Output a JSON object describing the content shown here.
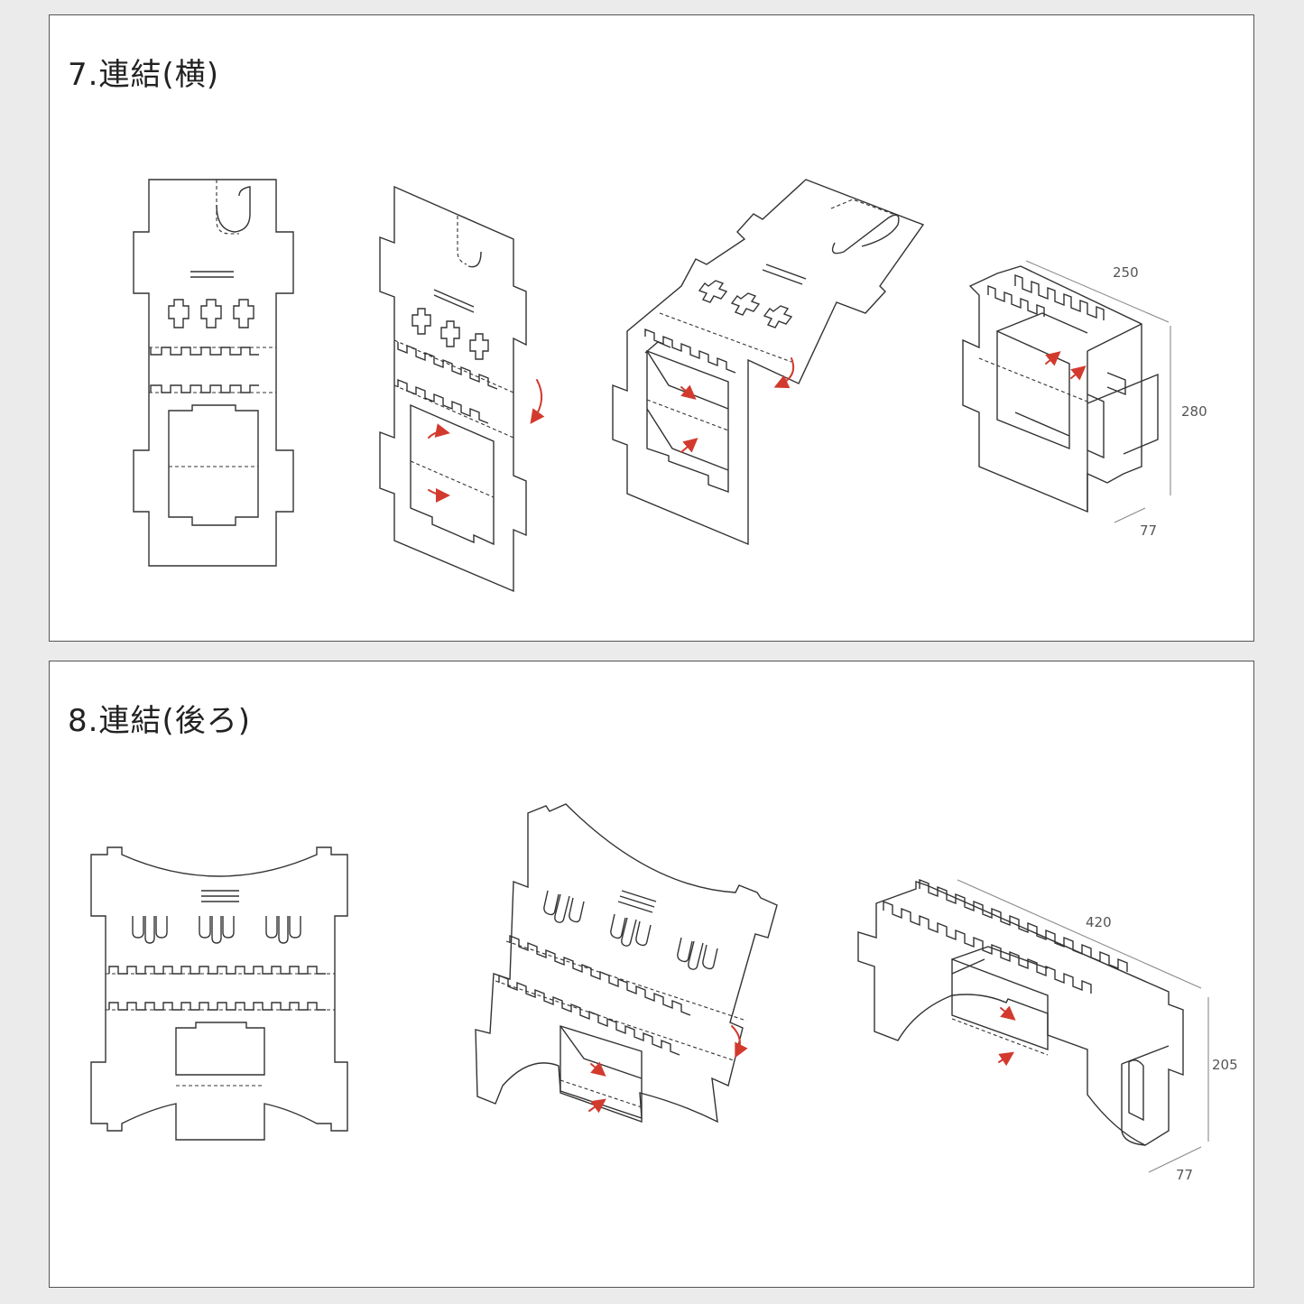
{
  "steps": [
    {
      "title": "7.連結(横)",
      "dimensions": {
        "width": "250",
        "height": "280",
        "depth": "77"
      }
    },
    {
      "title": "8.連結(後ろ)",
      "dimensions": {
        "width": "420",
        "height": "205",
        "depth": "77"
      }
    }
  ],
  "colors": {
    "arrow": "#d23a2e",
    "line": "#333333",
    "dimension": "#8a8a8a",
    "background": "#ebebeb"
  }
}
